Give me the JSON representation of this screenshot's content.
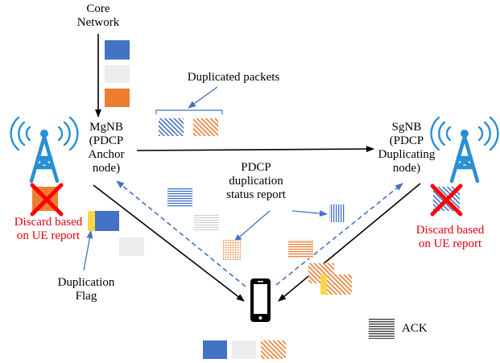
{
  "colors": {
    "blue": "#4472c4",
    "gray": "#ececec",
    "orange": "#ed7d31",
    "yellow": "#ffd54a",
    "red": "#ff0000",
    "text_red": "#e0000f",
    "tower": "#2a8fd3",
    "arrow_blue": "#4472c4",
    "black": "#000000"
  },
  "icons": {
    "tower_left": "cell-tower-icon",
    "tower_right": "cell-tower-icon",
    "phone": "smartphone-icon",
    "cross": "red-x-icon",
    "ack": "ack-stripe-icon"
  },
  "labels": {
    "core_line1": "Core",
    "core_line2": "Network",
    "duplicated_packets": "Duplicated packets",
    "mgnb_line1": "MgNB",
    "mgnb_line2": "(PDCP",
    "mgnb_line3": "Anchor",
    "mgnb_line4": "node)",
    "sgnb_line1": "SgNB",
    "sgnb_line2": "(PDCP",
    "sgnb_line3": "Duplicating",
    "sgnb_line4": "node)",
    "status_line1": "PDCP",
    "status_line2": "duplication",
    "status_line3": "status report",
    "discard_left_line1": "Discard based",
    "discard_left_line2": "on UE report",
    "discard_right_line1": "Discard based",
    "discard_right_line2": "on UE report",
    "flag_line1": "Duplication",
    "flag_line2": "Flag",
    "ack": "ACK"
  }
}
